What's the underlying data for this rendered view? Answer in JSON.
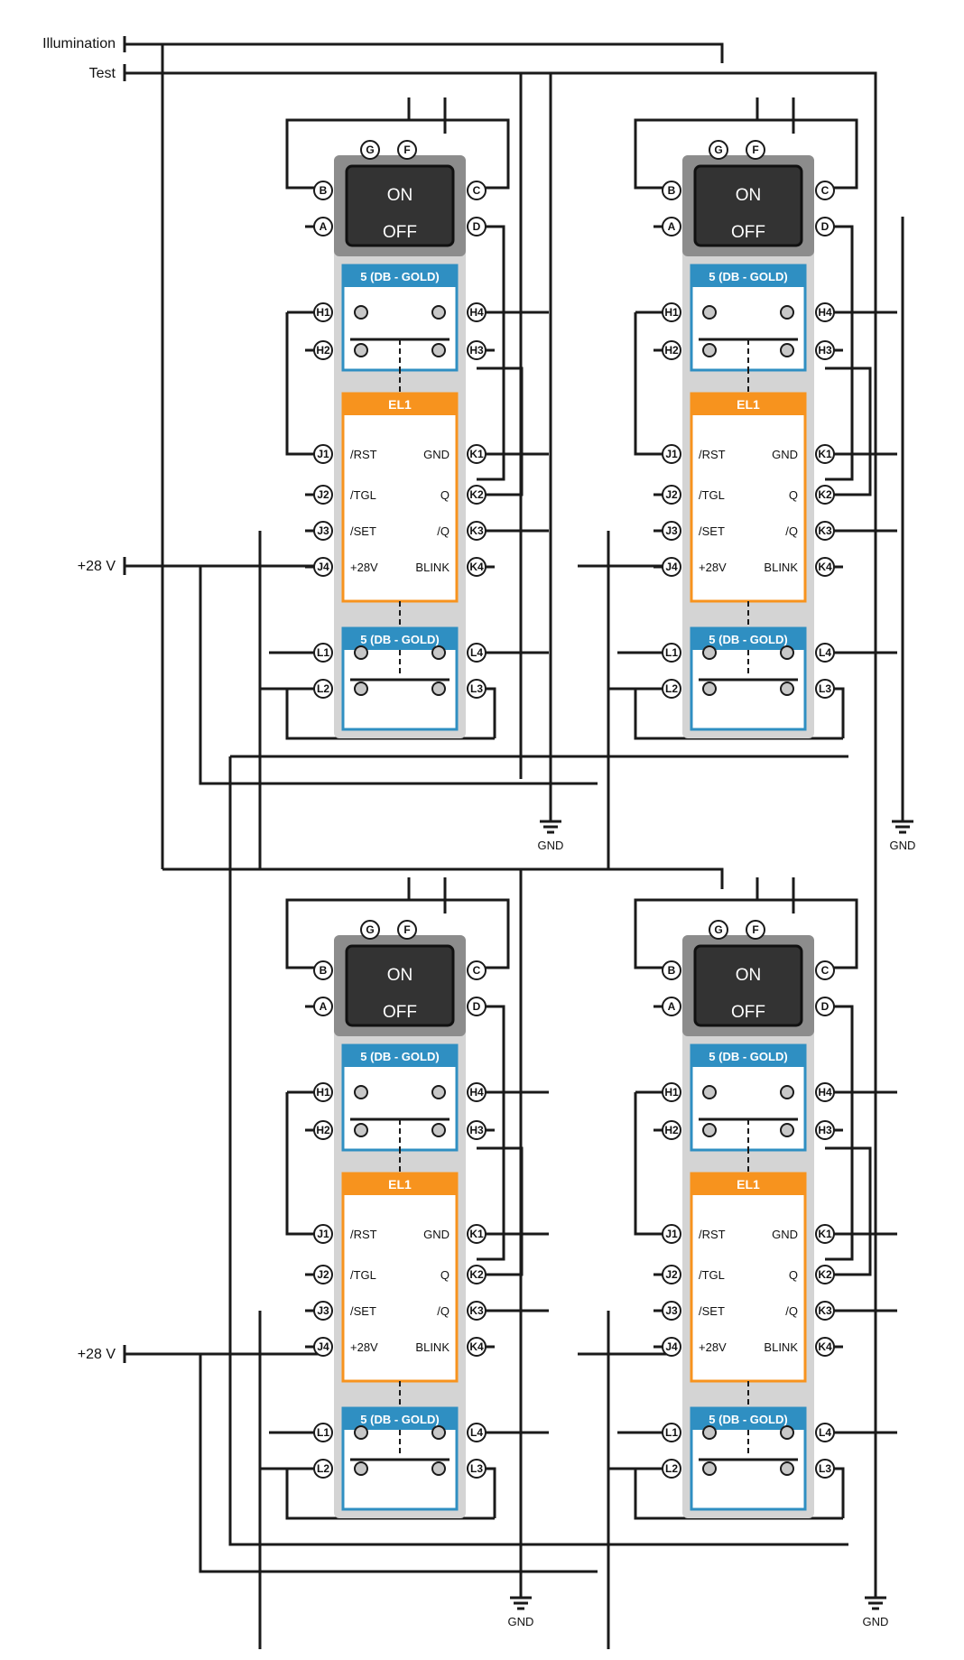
{
  "inputs": {
    "illumination": "Illumination",
    "test": "Test",
    "v28_top": "+28 V",
    "v28_bottom": "+28 V"
  },
  "ground_label": "GND",
  "switch": {
    "on_label": "ON",
    "off_label": "OFF",
    "pins": [
      "G",
      "F",
      "B",
      "C",
      "A",
      "D"
    ]
  },
  "relay": {
    "label": "5 (DB - GOLD)",
    "top_pins": [
      "H1",
      "H4",
      "H2",
      "H3"
    ],
    "bottom_pins": [
      "L1",
      "L4",
      "L2",
      "L3"
    ]
  },
  "ic": {
    "title": "EL1",
    "left_pins": [
      "J1",
      "J2",
      "J3",
      "J4"
    ],
    "right_pins": [
      "K1",
      "K2",
      "K3",
      "K4"
    ],
    "left_signals": [
      "/RST",
      "/TGL",
      "/SET",
      "+28V"
    ],
    "right_signals": [
      "GND",
      "Q",
      "/Q",
      "BLINK"
    ]
  },
  "colors": {
    "module_bg": "#d4d4d4",
    "switch_bezel": "#8c8c8c",
    "switch_body": "#333333",
    "relay_blue": "#2f8fc2",
    "ic_orange": "#f7931e",
    "wire": "#1a1a1a"
  }
}
